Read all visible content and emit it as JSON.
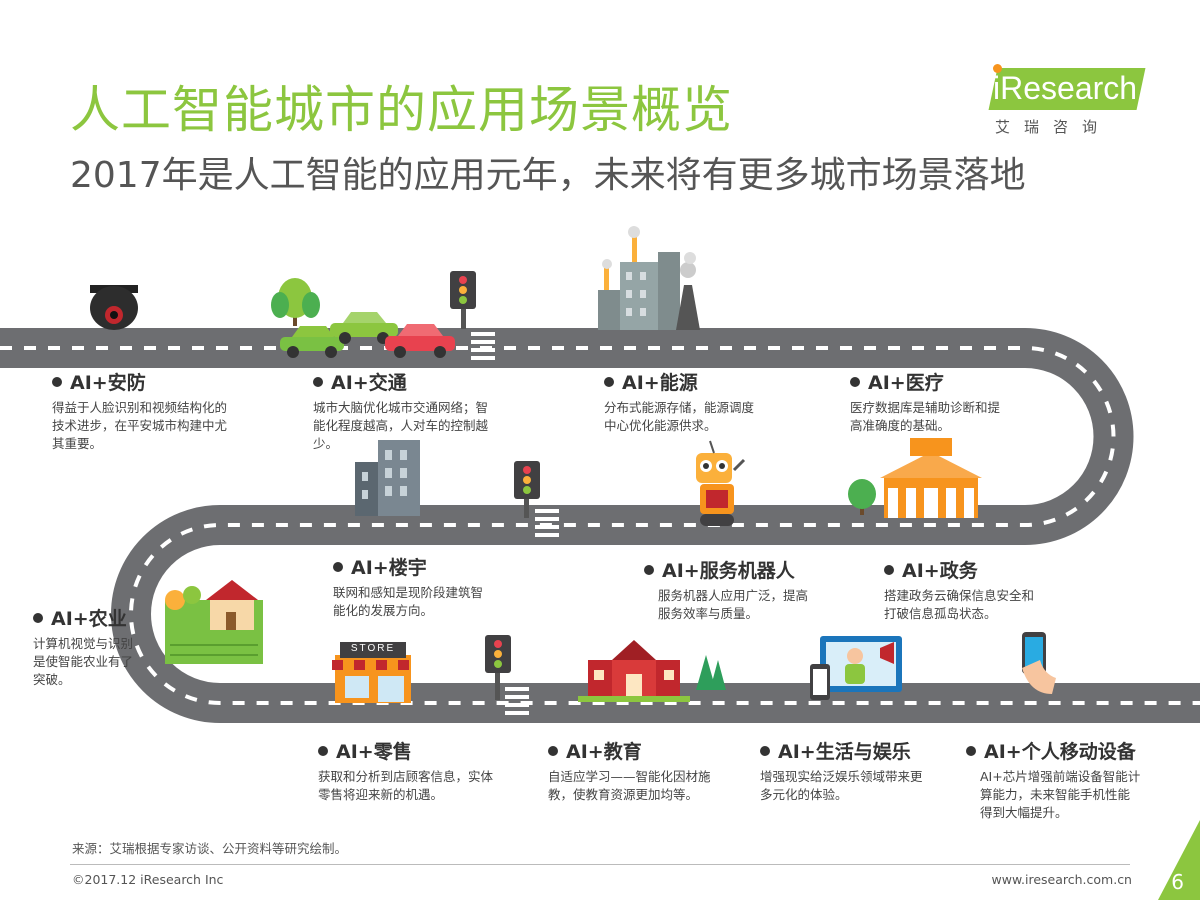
{
  "header": {
    "title": "人工智能城市的应用场景概览",
    "subtitle": "2017年是人工智能的应用元年，未来将有更多城市场景落地"
  },
  "logo": {
    "brand": "iResearch",
    "sub": "艾瑞咨询",
    "color": "#8cc63f"
  },
  "items": [
    {
      "name": "AI+安防",
      "desc": "得益于人脸识别和视频结构化的技术进步，在平安城市构建中尤其重要。"
    },
    {
      "name": "AI+交通",
      "desc": "城市大脑优化城市交通网络；智能化程度越高，人对车的控制越少。"
    },
    {
      "name": "AI+能源",
      "desc": "分布式能源存储，能源调度中心优化能源供求。"
    },
    {
      "name": "AI+医疗",
      "desc": "医疗数据库是辅助诊断和提高准确度的基础。"
    },
    {
      "name": "AI+农业",
      "desc": "计算机视觉与识别是使智能农业有了突破。"
    },
    {
      "name": "AI+楼宇",
      "desc": "联网和感知是现阶段建筑智能化的发展方向。"
    },
    {
      "name": "AI+服务机器人",
      "desc": "服务机器人应用广泛，提高服务效率与质量。"
    },
    {
      "name": "AI+政务",
      "desc": "搭建政务云确保信息安全和打破信息孤岛状态。"
    },
    {
      "name": "AI+零售",
      "desc": "获取和分析到店顾客信息，实体零售将迎来新的机遇。"
    },
    {
      "name": "AI+教育",
      "desc": "自适应学习——智能化因材施教，使教育资源更加均等。"
    },
    {
      "name": "AI+生活与娱乐",
      "desc": "增强现实给泛娱乐领域带来更多元化的体验。"
    },
    {
      "name": "AI+个人移动设备",
      "desc": "AI+芯片增强前端设备智能计算能力，未来智能手机性能得到大幅提升。"
    }
  ],
  "store_sign": "STORE",
  "footer": {
    "source": "来源：艾瑞根据专家访谈、公开资料等研究绘制。",
    "copyright": "©2017.12 iResearch Inc",
    "website": "www.iresearch.com.cn",
    "page": "6"
  },
  "colors": {
    "accent": "#8cc63f",
    "road": "#6d6e71",
    "text": "#333333"
  }
}
